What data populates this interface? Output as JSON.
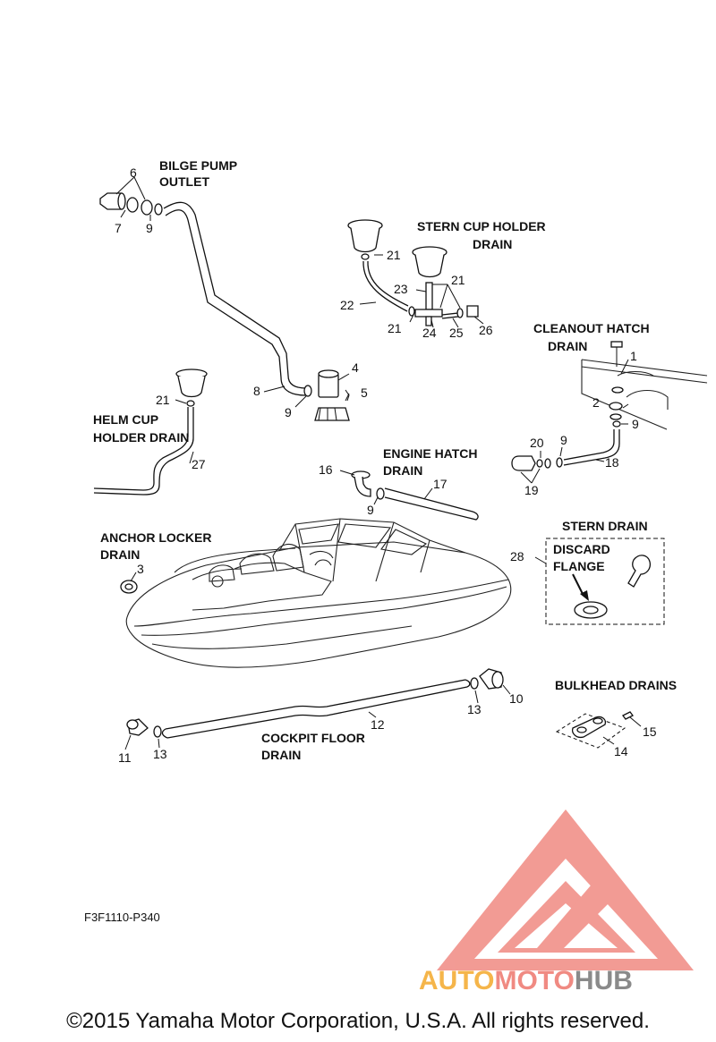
{
  "labels": {
    "bilge_pump_outlet": [
      "BILGE PUMP",
      "OUTLET"
    ],
    "stern_cup_holder_drain": [
      "STERN CUP HOLDER",
      "DRAIN"
    ],
    "cleanout_hatch_drain": [
      "CLEANOUT HATCH",
      "DRAIN"
    ],
    "helm_cup_holder_drain": [
      "HELM CUP",
      "HOLDER DRAIN"
    ],
    "engine_hatch_drain": [
      "ENGINE  HATCH",
      "DRAIN"
    ],
    "stern_drain": "STERN DRAIN",
    "discard_flange": [
      "DISCARD",
      "FLANGE"
    ],
    "anchor_locker_drain": [
      "ANCHOR LOCKER",
      "DRAIN"
    ],
    "bulkhead_drains": "BULKHEAD DRAINS",
    "cockpit_floor_drain": [
      "COCKPIT FLOOR",
      "DRAIN"
    ]
  },
  "callouts": {
    "n1": "1",
    "n2": "2",
    "n3": "3",
    "n4": "4",
    "n5": "5",
    "n6": "6",
    "n7": "7",
    "n8": "8",
    "n9a": "9",
    "n9b": "9",
    "n9c": "9",
    "n9d": "9",
    "n9e": "9",
    "n10": "10",
    "n11": "11",
    "n12": "12",
    "n13a": "13",
    "n13b": "13",
    "n14": "14",
    "n15": "15",
    "n16": "16",
    "n17": "17",
    "n18": "18",
    "n19": "19",
    "n20": "20",
    "n21a": "21",
    "n21b": "21",
    "n21c": "21",
    "n21d": "21",
    "n22": "22",
    "n23": "23",
    "n24": "24",
    "n25": "25",
    "n26": "26",
    "n27": "27",
    "n28": "28"
  },
  "diagram_code": "F3F1110-P340",
  "watermark": {
    "part1": "AUTO",
    "part2": "MOTO",
    "part3": "HUB"
  },
  "copyright": "©2015 Yamaha Motor Corporation, U.S.A. All rights reserved.",
  "colors": {
    "logo_red": "#f08a82",
    "logo_orange": "#f5b54a",
    "logo_gray": "#8a8a8a"
  }
}
